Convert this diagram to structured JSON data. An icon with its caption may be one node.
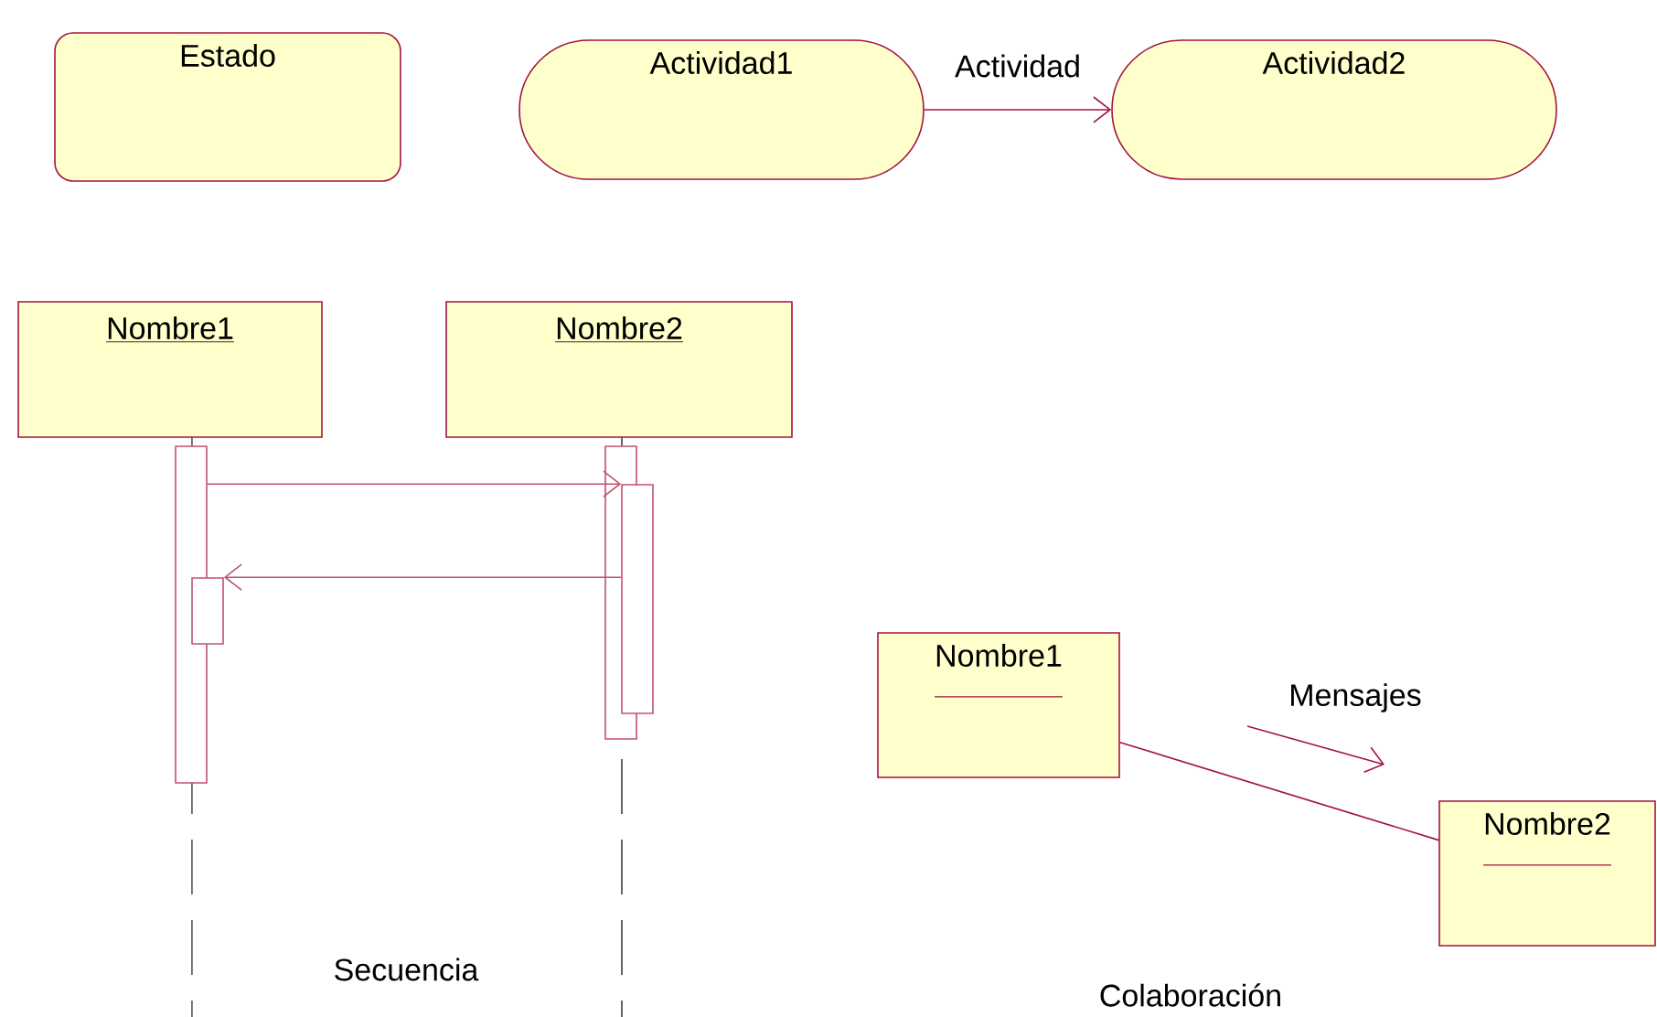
{
  "diagram": {
    "nodes": [
      {
        "text": [
          "Estado"
        ]
      },
      {
        "text": [
          "Actividad1"
        ]
      },
      {
        "text": [
          "Actividad2"
        ]
      },
      {
        "text": [
          "Nombre1"
        ]
      },
      {
        "text": [
          "Nombre2"
        ]
      },
      {
        "text": [],
        "shape": "bar"
      },
      {
        "text": [],
        "shape": "bar"
      },
      {
        "text": [],
        "shape": "bar"
      },
      {
        "text": [],
        "shape": "bar"
      },
      {
        "text": [
          "Nombre1"
        ]
      },
      {
        "text": [
          "Nombre2"
        ]
      }
    ],
    "edges": [
      {
        "from": 1,
        "to": 2,
        "arrow": "to",
        "label": "Actividad"
      },
      {
        "from": 5,
        "to": 7,
        "arrow": "to"
      },
      {
        "from": 7,
        "to": 8,
        "arrow": "to"
      },
      {
        "from": 9,
        "to": 10,
        "arrow": "none",
        "label": "Mensajes"
      }
    ],
    "labels": [
      "Secuencia",
      "Colaboración"
    ]
  }
}
